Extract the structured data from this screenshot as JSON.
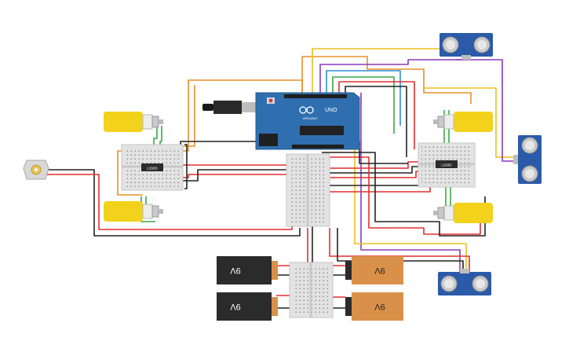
{
  "circuit": {
    "arduino": {
      "brand_label": "ARDUINO",
      "model_label": "UNO"
    },
    "motor_driver_chip_label": "L293D",
    "batteries": [
      {
        "label": "9V"
      },
      {
        "label": "9V"
      },
      {
        "label": "9V"
      },
      {
        "label": "9V"
      }
    ]
  },
  "colors": {
    "board_blue": "#2f6fb0",
    "motor_yellow": "#f2d21b",
    "battery_black": "#2b2b2b",
    "battery_copper": "#d9914a",
    "sensor_blue": "#2b5aa8",
    "breadboard": "#e3e3e3",
    "wire_red": "#e03030",
    "wire_black": "#222222",
    "wire_orange": "#e8902a",
    "wire_yellow": "#e8c020",
    "wire_green": "#3aa845",
    "wire_purple": "#8a3ab8",
    "wire_blue": "#2e8ed8"
  }
}
